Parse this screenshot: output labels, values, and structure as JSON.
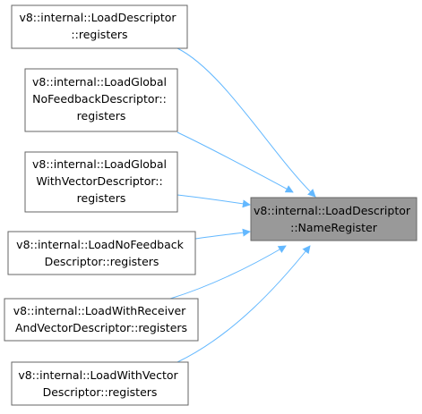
{
  "colors": {
    "edge": "#63b8ff",
    "node_border": "#666666",
    "node_fill": "#ffffff",
    "target_fill": "#999999",
    "target_border": "#666666"
  },
  "target": {
    "lines": [
      "v8::internal::LoadDescriptor",
      "::NameRegister"
    ]
  },
  "callers": [
    {
      "lines": [
        "v8::internal::LoadDescriptor",
        "::registers"
      ]
    },
    {
      "lines": [
        "v8::internal::LoadGlobal",
        "NoFeedbackDescriptor::",
        "registers"
      ]
    },
    {
      "lines": [
        "v8::internal::LoadGlobal",
        "WithVectorDescriptor::",
        "registers"
      ]
    },
    {
      "lines": [
        "v8::internal::LoadNoFeedback",
        "Descriptor::registers"
      ]
    },
    {
      "lines": [
        "v8::internal::LoadWithReceiver",
        "AndVectorDescriptor::registers"
      ]
    },
    {
      "lines": [
        "v8::internal::LoadWithVector",
        "Descriptor::registers"
      ]
    }
  ]
}
